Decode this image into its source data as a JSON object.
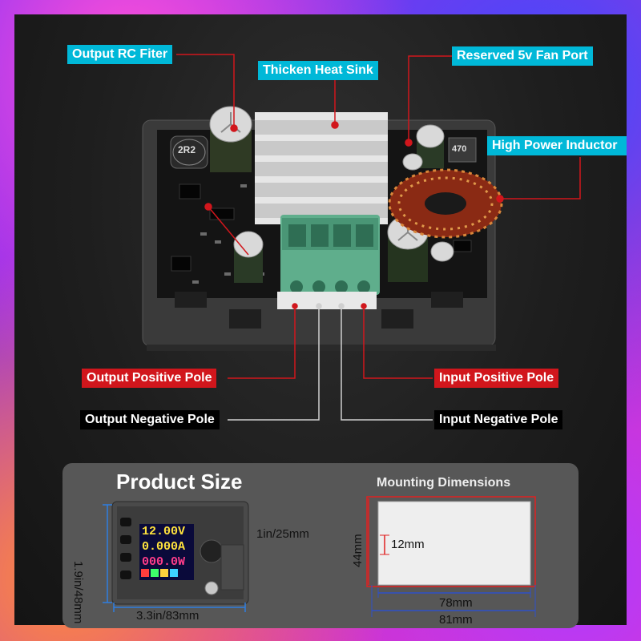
{
  "callouts": {
    "output_rc_filter": "Output RC Fiter",
    "heat_sink": "Thicken Heat Sink",
    "fan_port": "Reserved 5v Fan Port",
    "inductor": "High Power Inductor",
    "output_positive": "Output Positive Pole",
    "output_negative": "Output Negative Pole",
    "input_positive": "Input Positive Pole",
    "input_negative": "Input Negative Pole"
  },
  "board_markings": {
    "inductor_small": "2R2",
    "cap_label": "470"
  },
  "product_size": {
    "title": "Product Size",
    "height": "1.9in/48mm",
    "depth": "1in/25mm",
    "width": "3.3in/83mm",
    "screen": {
      "voltage": "12.00V",
      "current": "0.000A",
      "power": "000.0W"
    }
  },
  "mounting": {
    "title": "Mounting Dimensions",
    "height": "44mm",
    "inner_height": "12mm",
    "inner_width": "78mm",
    "outer_width": "81mm"
  },
  "colors": {
    "cyan_label": "#00b8d8",
    "red_label": "#d1161c",
    "black_label": "#000000",
    "terminal_green": "#5fae8c"
  }
}
